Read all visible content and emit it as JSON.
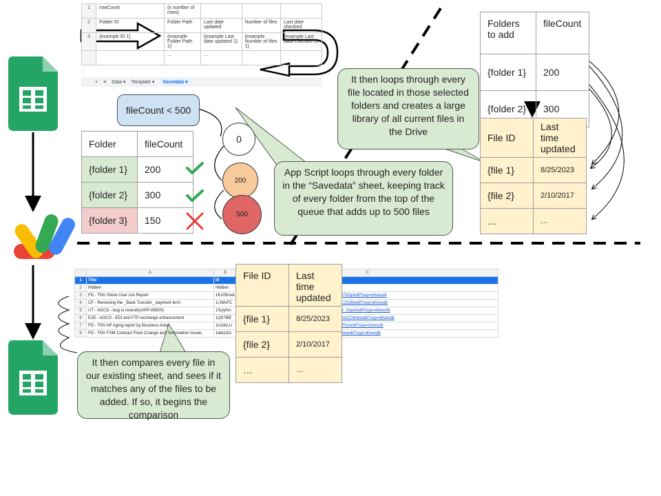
{
  "top_sheet": {
    "rows": [
      {
        "num": "1",
        "cells": [
          "rowCount",
          "{x number of rows}",
          "",
          "",
          ""
        ]
      },
      {
        "num": "2",
        "cells": [
          "Folder ID",
          "Folder Path",
          "Last date updated",
          "Number of files",
          "Last date checked"
        ]
      },
      {
        "num": "3",
        "cells": [
          "{example ID 1}",
          "{example Folder Path 1}",
          "{example Last date updated 1}",
          "{example Number of files 1}",
          "{example Last data checked 1}"
        ]
      },
      {
        "num": "",
        "cells": [
          "",
          "...",
          "...",
          "",
          ""
        ]
      }
    ],
    "tabs": [
      "+",
      "≡",
      "Data ▾",
      "Template ▾",
      "Savedata ▾"
    ]
  },
  "condition_label": "fileCount < 500",
  "circles": [
    "0",
    "200",
    "500"
  ],
  "folder_table": {
    "headers": [
      "Folder",
      "fileCount"
    ],
    "rows": [
      [
        "{folder 1}",
        "200"
      ],
      [
        "{folder 2}",
        "300"
      ],
      [
        "{folder 3}",
        "150"
      ]
    ]
  },
  "folders_to_add_table": {
    "headers": [
      "Folders to add",
      "fileCount"
    ],
    "rows": [
      [
        "{folder 1}",
        "200"
      ],
      [
        "{folder 2}",
        "300"
      ]
    ]
  },
  "file_table": {
    "headers": [
      "File ID",
      "Last time updated"
    ],
    "rows": [
      [
        "{file 1}",
        "8/25/2023"
      ],
      [
        "{file 2}",
        "2/10/2017"
      ],
      [
        "…",
        "…"
      ]
    ]
  },
  "callouts": {
    "apps_script_loop": "App Script loops through every folder in the “Savedata” sheet, keeping track of every folder from the top of the queue that adds up to 500 files",
    "file_loop": "It then loops through every file located in those selected folders and creates a large library of all current files in the Drive",
    "compare": "It then compares every file in our existing sheet, and sees if it matches any of the files to be added. If so, it begins the comparison"
  },
  "bottom_sheet": {
    "col_headers": [
      "",
      "A",
      "B",
      "C"
    ],
    "rows": [
      {
        "num": "1",
        "cells": [
          "Title",
          "Id",
          ""
        ]
      },
      {
        "num": "2",
        "cells": [
          "Hidden",
          "Hidden",
          ""
        ]
      },
      {
        "num": "3",
        "cells": [
          "FD - TNV iStore User List Report",
          "1Es05mxk",
          "cs/d/1Es05mxkCBHMXLk9bZU4MiCkBFZlHchHeaa_0NJ732g/edit?usp=drivesdk"
        ]
      },
      {
        "num": "4",
        "cells": [
          "CF - Removing the _Bank Transfer_ payment term",
          "1rJMvFC",
          "nt/d/1rJMvFGPNHvdQLUrrGgpZVD6BS-MPHEEaIOfMqLC6J8/edit?usp=drivesdk"
        ]
      },
      {
        "num": "5",
        "cells": [
          "UT - AGCO - bug in resends(APP-85500)",
          "1f1pyfvn",
          "heets/d/1f1pyfvnPxUvHM5rfyDdQ50aZMemRMwml8ZHfz_Vquo/edit?usp=drivesdk"
        ]
      },
      {
        "num": "6",
        "cells": [
          "E2E - AGCO - EDI and FTP exchange enhancement",
          "1Q07l8E",
          "heets/d/1Q07l8EAZKdRAPBLbXKrpPicKI8T-2a6V7N0TlvmCCMuk/edit?usp=drivesdk"
        ]
      },
      {
        "num": "7",
        "cells": [
          "FD - TNV AP Aging report by Business Area",
          "1hJohLU",
          "nts/d/1hJohLUPDEacYwpIos63dJsEZABjTvfvdxXzXmLSFlU/edit?usp=drivesdk"
        ]
      },
      {
        "num": "8",
        "cells": [
          "FD - TNV FSM Contract Price Change and Termination Issues",
          "1detziZo",
          "nt/d/1detziZoEG5k3keS_TicnN5BdAZkGAFcpvAHFQJbww/edit?usp=drivesdk"
        ]
      }
    ]
  },
  "colors": {
    "sheets_green": "#23a566",
    "callout_green": "#d9ead3",
    "condition_blue": "#cfe2f3",
    "file_yellow": "#fff2cc",
    "check_green": "#34a853",
    "cross_red": "#e53935"
  },
  "icons": [
    "google-sheets-icon",
    "apps-script-icon",
    "google-sheets-icon",
    "checkmark-icon",
    "checkmark-icon",
    "cross-icon"
  ]
}
